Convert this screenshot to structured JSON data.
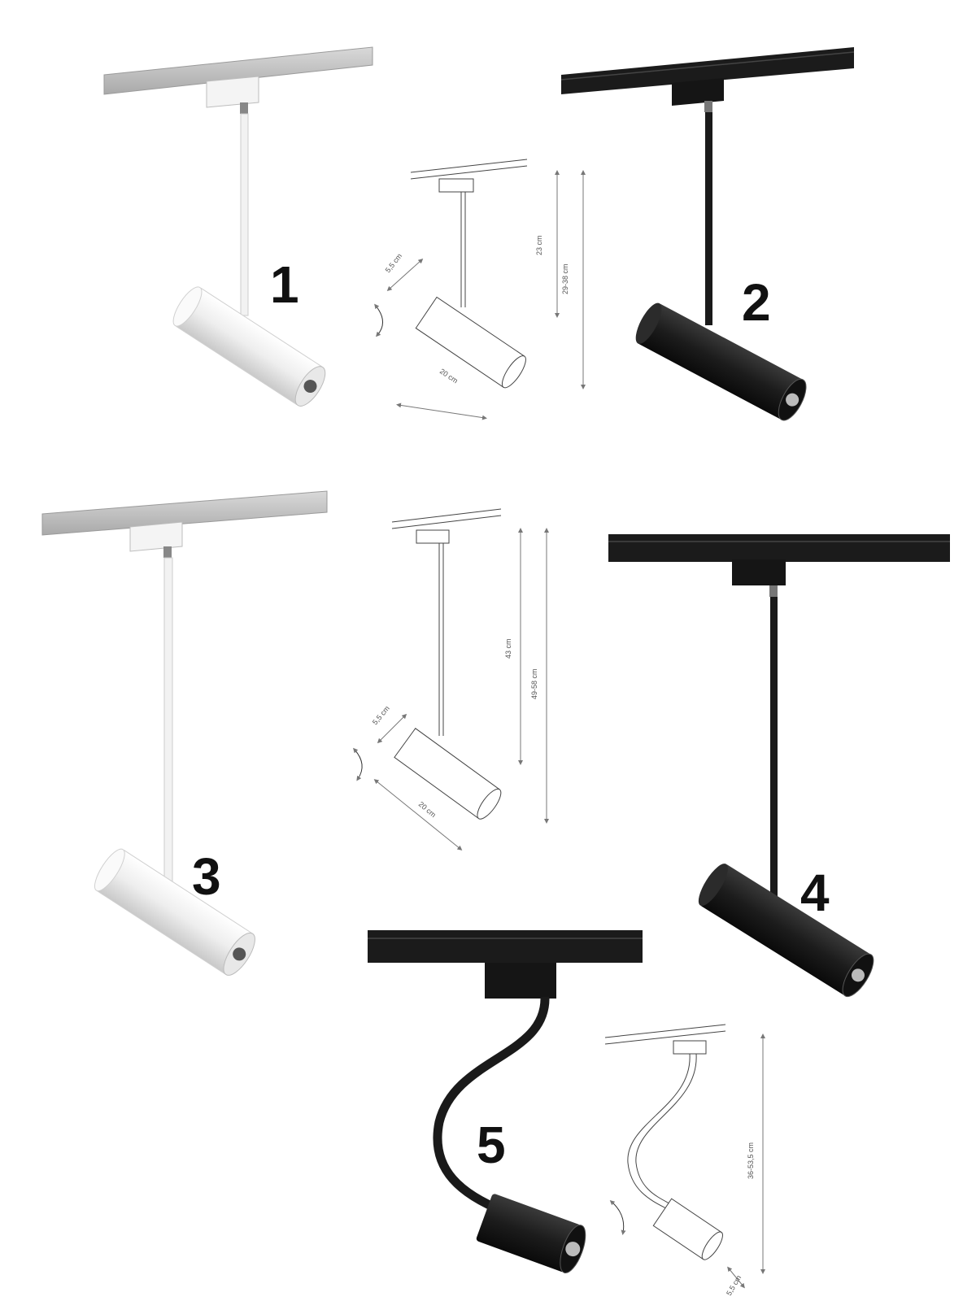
{
  "colors": {
    "white_finish": "#f2f2f2",
    "black_finish": "#1a1a1a",
    "line": "#555555"
  },
  "labels": {
    "n1": "1",
    "n2": "2",
    "n3": "3",
    "n4": "4",
    "n5": "5"
  },
  "dims": {
    "d1": {
      "diameter": "5,5 cm",
      "length": "20 cm",
      "stem": "23 cm",
      "total": "29-38 cm"
    },
    "d2": {
      "diameter": "5,5 cm",
      "length": "20 cm",
      "stem": "43 cm",
      "total": "49-58 cm"
    },
    "d3": {
      "total": "36-53,5 cm",
      "diameter": "5,5 cm"
    }
  }
}
